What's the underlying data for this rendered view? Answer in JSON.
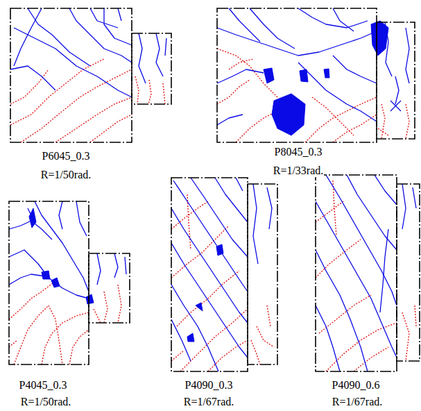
{
  "diagram": {
    "labels": [
      "P6045_0.3",
      "R=1/50rad.",
      "P8045_0.3",
      "R=1/33rad.",
      "P4045_0.3",
      "R=1/50rad.",
      "P4090_0.3",
      "R=1/67rad.",
      "P4090_0.6",
      "R=1/67rad."
    ]
  }
}
